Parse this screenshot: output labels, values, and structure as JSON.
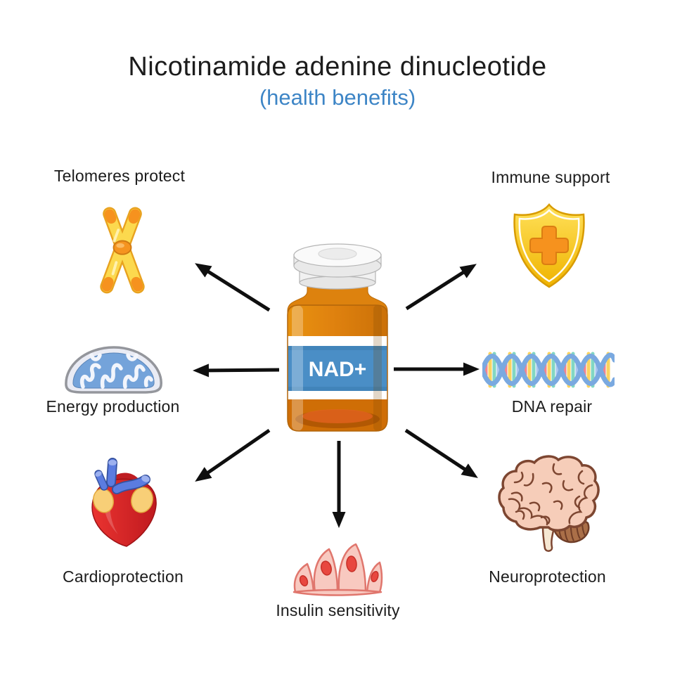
{
  "title": {
    "text": "Nicotinamide adenine dinucleotide",
    "subtitle": "(health benefits)"
  },
  "center": {
    "label": "NAD+",
    "icon": "nad-vial-icon"
  },
  "benefits": [
    {
      "id": "telomeres",
      "label": "Telomeres protect",
      "icon": "chromosome-icon",
      "position": "top-left"
    },
    {
      "id": "immune",
      "label": "Immune support",
      "icon": "shield-cross-icon",
      "position": "top-right"
    },
    {
      "id": "energy",
      "label": "Energy production",
      "icon": "mitochondria-icon",
      "position": "middle-left"
    },
    {
      "id": "dna",
      "label": "DNA repair",
      "icon": "dna-helix-icon",
      "position": "middle-right"
    },
    {
      "id": "cardio",
      "label": "Cardioprotection",
      "icon": "heart-icon",
      "position": "bottom-left"
    },
    {
      "id": "neuro",
      "label": "Neuroprotection",
      "icon": "brain-icon",
      "position": "bottom-right"
    },
    {
      "id": "insulin",
      "label": "Insulin sensitivity",
      "icon": "pancreas-cells-icon",
      "position": "bottom-center"
    }
  ],
  "colors": {
    "background": "#ffffff",
    "title": "#1c1c1c",
    "subtitle": "#3d85c6",
    "label": "#1c1c1c",
    "arrow": "#0f0f0f",
    "vial-label-blue": "#4a8ec6",
    "vial-orange": "#e0820f",
    "chromosome-yellow": "#fcd94e",
    "chromosome-orange": "#f6921e",
    "shield-gold": "#ffd23f",
    "shield-cross-orange": "#f6921e",
    "mitochondria-blue": "#74a3da",
    "dna-strand-blue": "#7aa9e0",
    "heart-red": "#d92b26",
    "heart-vessel-blue": "#5b7ce0",
    "brain-pink": "#f6cdb9",
    "cells-pink": "#f8c9c0"
  }
}
